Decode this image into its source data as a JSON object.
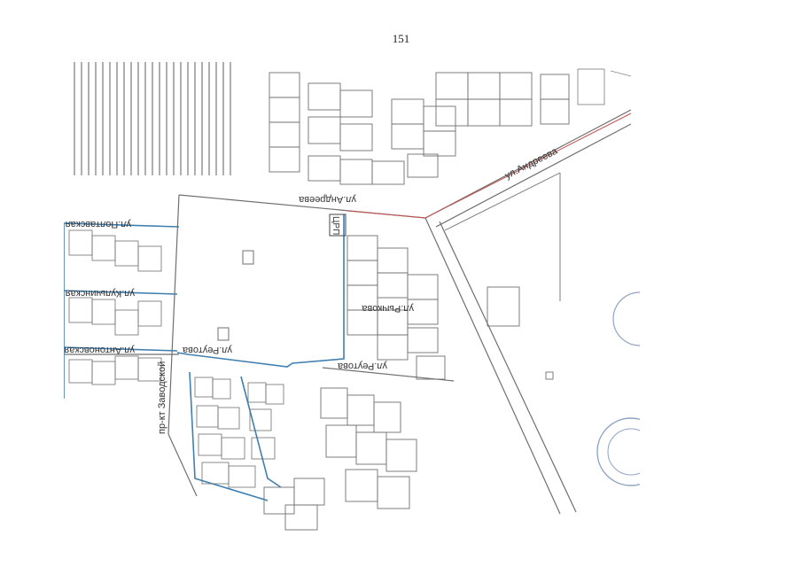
{
  "page": {
    "number": "151"
  },
  "map": {
    "streets": {
      "andreeva_east": "ул.Андреева",
      "andreeva_north": "ул.Андреева",
      "rychkova": "ул.Рычкова",
      "reutova_east": "ул.Реутова",
      "reutova_west": "ул.Реутова",
      "kulchinskaya": "ул.Кульчинская",
      "antonovskaya": "ул.Антоновская",
      "poltavskaya": "ул.Полтавская",
      "zavodskoy": "пр-кт Заводской"
    },
    "facility_label": "ЦРП",
    "colors": {
      "lines": "#6f6f6f",
      "boundary_blue": "#3f7fb0",
      "red_line": "#c85050",
      "stamp": "#8fa3c4"
    }
  }
}
